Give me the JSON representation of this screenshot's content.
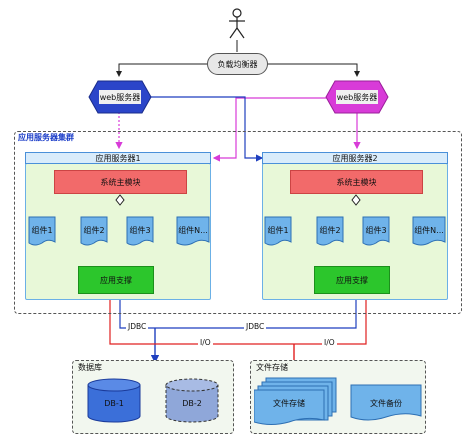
{
  "load_balancer": "负载均衡器",
  "web_server_left": "web服务器",
  "web_server_right": "web服务器",
  "cluster_title": "应用服务器集群",
  "app_server_1": {
    "header": "应用服务器1",
    "main_module": "系统主模块",
    "components": [
      "组件1",
      "组件2",
      "组件3",
      "组件N..."
    ],
    "support": "应用支撑"
  },
  "app_server_2": {
    "header": "应用服务器2",
    "main_module": "系统主模块",
    "components": [
      "组件1",
      "组件2",
      "组件3",
      "组件N..."
    ],
    "support": "应用支撑"
  },
  "links": {
    "jdbc_1": "JDBC",
    "jdbc_2": "JDBC",
    "io_1": "I/O",
    "io_2": "I/O"
  },
  "database": {
    "title": "数据库",
    "db1": "DB-1",
    "db2": "DB-2"
  },
  "file_storage": {
    "title": "文件存储",
    "primary": "文件存储",
    "backup": "文件备份"
  },
  "colors": {
    "web_left": "#2b45c9",
    "web_right": "#d83bd8",
    "main_module": "#f26a6a",
    "support": "#2cc62c",
    "db_blue": "#3b6fd9",
    "component_blue": "#6fb3ea",
    "jdbc_line": "#1f3fbf",
    "io_line": "#e02020"
  }
}
